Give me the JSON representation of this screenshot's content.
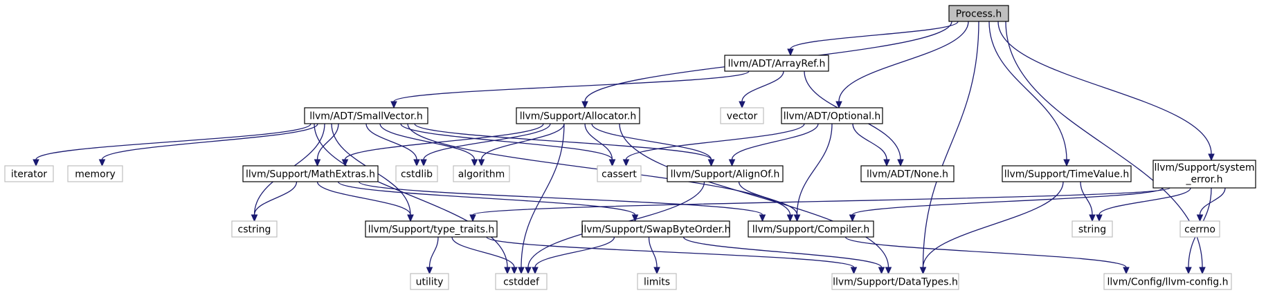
{
  "graph": {
    "title": "Process.h",
    "colors": {
      "edge": "#191970",
      "node_border": "#000000",
      "external_border": "#bfbfbf",
      "root_fill": "#bfbfbf",
      "background": "#ffffff"
    },
    "nodes": [
      {
        "id": "process",
        "label": "Process.h",
        "kind": "root"
      },
      {
        "id": "arrayref",
        "label": "llvm/ADT/ArrayRef.h",
        "kind": "header"
      },
      {
        "id": "smallvector",
        "label": "llvm/ADT/SmallVector.h",
        "kind": "header"
      },
      {
        "id": "allocator",
        "label": "llvm/Support/Allocator.h",
        "kind": "header"
      },
      {
        "id": "vector",
        "label": "vector",
        "kind": "external"
      },
      {
        "id": "optional",
        "label": "llvm/ADT/Optional.h",
        "kind": "header"
      },
      {
        "id": "iterator",
        "label": "iterator",
        "kind": "external"
      },
      {
        "id": "memory",
        "label": "memory",
        "kind": "external"
      },
      {
        "id": "mathextras",
        "label": "llvm/Support/MathExtras.h",
        "kind": "header"
      },
      {
        "id": "cstdlib",
        "label": "cstdlib",
        "kind": "external"
      },
      {
        "id": "algorithm",
        "label": "algorithm",
        "kind": "external"
      },
      {
        "id": "cassert",
        "label": "cassert",
        "kind": "external"
      },
      {
        "id": "alignof",
        "label": "llvm/Support/AlignOf.h",
        "kind": "header"
      },
      {
        "id": "none",
        "label": "llvm/ADT/None.h",
        "kind": "header"
      },
      {
        "id": "timevalue",
        "label": "llvm/Support/TimeValue.h",
        "kind": "header"
      },
      {
        "id": "systemerror",
        "label": "llvm/Support/system_error.h",
        "label_lines": [
          "llvm/Support/system",
          "_error.h"
        ],
        "kind": "header"
      },
      {
        "id": "cstring",
        "label": "cstring",
        "kind": "external"
      },
      {
        "id": "typetraits",
        "label": "llvm/Support/type_traits.h",
        "kind": "header"
      },
      {
        "id": "swapbyteorder",
        "label": "llvm/Support/SwapByteOrder.h",
        "kind": "header"
      },
      {
        "id": "compiler",
        "label": "llvm/Support/Compiler.h",
        "kind": "header"
      },
      {
        "id": "string",
        "label": "string",
        "kind": "external"
      },
      {
        "id": "cerrno",
        "label": "cerrno",
        "kind": "external"
      },
      {
        "id": "utility",
        "label": "utility",
        "kind": "external"
      },
      {
        "id": "cstddef",
        "label": "cstddef",
        "kind": "external"
      },
      {
        "id": "limits",
        "label": "limits",
        "kind": "external"
      },
      {
        "id": "datatypes",
        "label": "llvm/Support/DataTypes.h",
        "kind": "external"
      },
      {
        "id": "llvmconfig",
        "label": "llvm/Config/llvm-config.h",
        "kind": "external"
      }
    ],
    "edges": [
      {
        "from": "process",
        "to": "arrayref"
      },
      {
        "from": "process",
        "to": "allocator"
      },
      {
        "from": "process",
        "to": "optional"
      },
      {
        "from": "process",
        "to": "datatypes"
      },
      {
        "from": "process",
        "to": "timevalue"
      },
      {
        "from": "process",
        "to": "systemerror"
      },
      {
        "from": "process",
        "to": "llvmconfig"
      },
      {
        "from": "arrayref",
        "to": "smallvector"
      },
      {
        "from": "arrayref",
        "to": "vector"
      },
      {
        "from": "arrayref",
        "to": "none"
      },
      {
        "from": "smallvector",
        "to": "iterator"
      },
      {
        "from": "smallvector",
        "to": "memory"
      },
      {
        "from": "smallvector",
        "to": "mathextras"
      },
      {
        "from": "smallvector",
        "to": "cstdlib"
      },
      {
        "from": "smallvector",
        "to": "algorithm"
      },
      {
        "from": "smallvector",
        "to": "cassert"
      },
      {
        "from": "smallvector",
        "to": "alignof"
      },
      {
        "from": "smallvector",
        "to": "cstring"
      },
      {
        "from": "smallvector",
        "to": "typetraits"
      },
      {
        "from": "smallvector",
        "to": "compiler"
      },
      {
        "from": "smallvector",
        "to": "cstddef"
      },
      {
        "from": "allocator",
        "to": "mathextras"
      },
      {
        "from": "allocator",
        "to": "cstdlib"
      },
      {
        "from": "allocator",
        "to": "algorithm"
      },
      {
        "from": "allocator",
        "to": "cassert"
      },
      {
        "from": "allocator",
        "to": "alignof"
      },
      {
        "from": "allocator",
        "to": "cstddef"
      },
      {
        "from": "allocator",
        "to": "datatypes"
      },
      {
        "from": "optional",
        "to": "cassert"
      },
      {
        "from": "optional",
        "to": "alignof"
      },
      {
        "from": "optional",
        "to": "none"
      },
      {
        "from": "optional",
        "to": "compiler"
      },
      {
        "from": "mathextras",
        "to": "cstring"
      },
      {
        "from": "mathextras",
        "to": "typetraits"
      },
      {
        "from": "mathextras",
        "to": "swapbyteorder"
      },
      {
        "from": "mathextras",
        "to": "compiler"
      },
      {
        "from": "alignof",
        "to": "compiler"
      },
      {
        "from": "alignof",
        "to": "cstddef"
      },
      {
        "from": "timevalue",
        "to": "string"
      },
      {
        "from": "timevalue",
        "to": "datatypes"
      },
      {
        "from": "systemerror",
        "to": "string"
      },
      {
        "from": "systemerror",
        "to": "cerrno"
      },
      {
        "from": "systemerror",
        "to": "typetraits"
      },
      {
        "from": "systemerror",
        "to": "compiler"
      },
      {
        "from": "systemerror",
        "to": "llvmconfig"
      },
      {
        "from": "typetraits",
        "to": "utility"
      },
      {
        "from": "typetraits",
        "to": "cstddef"
      },
      {
        "from": "typetraits",
        "to": "datatypes"
      },
      {
        "from": "swapbyteorder",
        "to": "cstddef"
      },
      {
        "from": "swapbyteorder",
        "to": "limits"
      },
      {
        "from": "swapbyteorder",
        "to": "datatypes"
      },
      {
        "from": "compiler",
        "to": "llvmconfig"
      }
    ]
  }
}
